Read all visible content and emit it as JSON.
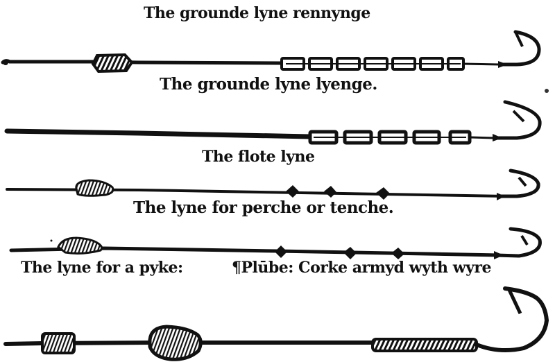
{
  "plate": {
    "background": "#ffffff",
    "ink": "#111111",
    "lines": [
      {
        "caption": "The grounde lyne rennynge",
        "components": [
          "cylindrical sinker (hatched)",
          "chain of 7 links",
          "hook"
        ]
      },
      {
        "caption": "The grounde lyne lyenge.",
        "components": [
          "plain tapered line",
          "chain of 5 links",
          "hook"
        ]
      },
      {
        "caption": "The flote lyne",
        "components": [
          "oval float (hatched)",
          "3 diamond shot weights",
          "hook"
        ]
      },
      {
        "caption": "The lyne for perche or tenche.",
        "components": [
          "oval float (hatched)",
          "3 diamond shot weights",
          "hook"
        ]
      },
      {
        "caption": "The lyne for a pyke:",
        "components": [
          "small cylindrical float",
          "large oval float (hatched)",
          "wire-wrapped shank",
          "large hook"
        ]
      }
    ],
    "note": "¶Plūbe: Corke armyd wyth wyre"
  }
}
